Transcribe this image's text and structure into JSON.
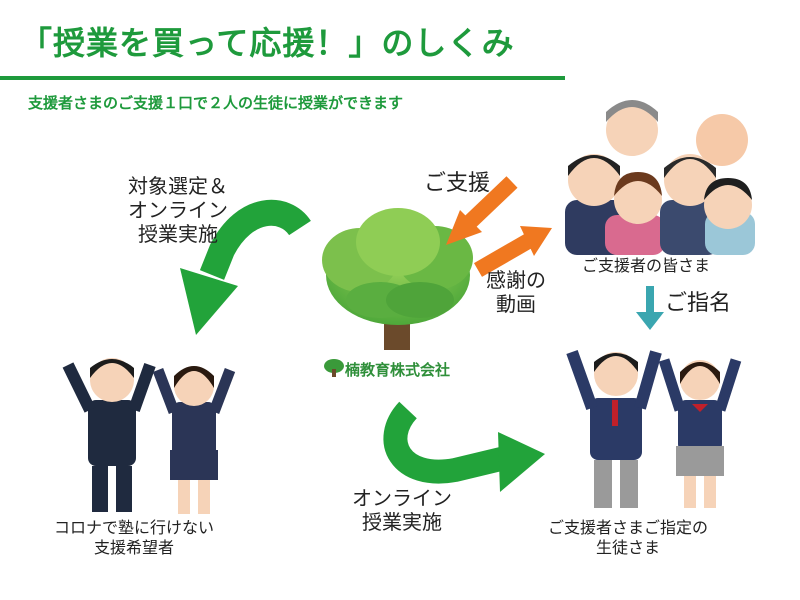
{
  "header": {
    "title": "「授業を買って応援！」のしくみ",
    "subtitle": "支援者さまのご支援１口で２人の生徒に授業ができます"
  },
  "labels": {
    "selection_line1": "対象選定＆",
    "selection_line2": "オンライン",
    "selection_line3": "授業実施",
    "support": "ご支援",
    "thanks_line1": "感謝の",
    "thanks_line2": "動画",
    "supporters": "ご支援者の皆さま",
    "nominate": "ご指名",
    "online_line1": "オンライン",
    "online_line2": "授業実施",
    "left_students_line1": "コロナで塾に行けない",
    "left_students_line2": "支援希望者",
    "right_students_line1": "ご支援者さまご指定の",
    "right_students_line2": "生徒さま"
  },
  "company": {
    "name": "楠教育株式会社"
  },
  "colors": {
    "brand_green": "#1e9a3c",
    "arrow_green": "#22a33a",
    "arrow_orange": "#f07820",
    "arrow_teal": "#3aa6b0"
  }
}
